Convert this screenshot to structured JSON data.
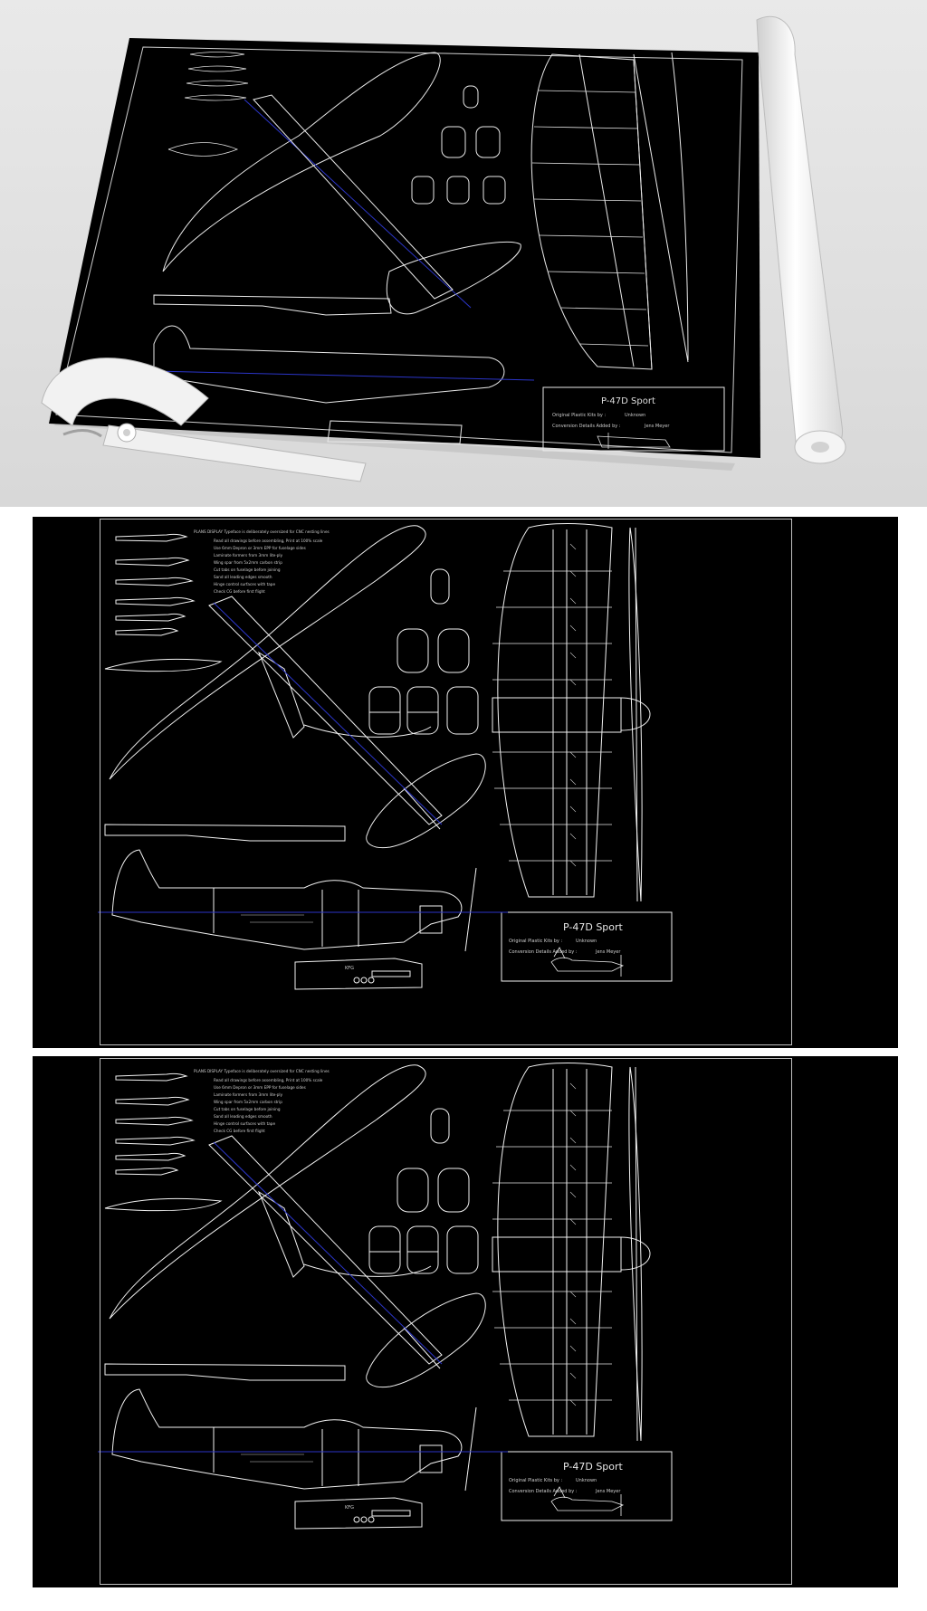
{
  "hero": {
    "title": "P-47D Sport",
    "original_line": "Original Plastic Kits by :",
    "original_value": "Unknown",
    "cad_line": "Conversion Details Added by :",
    "cad_value": "Jens Meyer"
  },
  "sheets": [
    {
      "title": "P-47D Sport",
      "original_line": "Original Plastic Kits by :",
      "original_value": "Unknown",
      "cad_line": "Conversion Details Added by :",
      "cad_value": "Jens Meyer",
      "badge": "KFG"
    },
    {
      "title": "P-47D Sport",
      "original_line": "Original Plastic Kits by :",
      "original_value": "Unknown",
      "cad_line": "Conversion Details Added by :",
      "cad_value": "Jens Meyer",
      "badge": "KFG"
    }
  ],
  "notes_header": "PLANS DISPLAY Typeface is deliberately oversized for CNC nesting lines",
  "notes": [
    "Read all drawings before assembling, Print at 100% scale",
    "Use 6mm Depron or 3mm EPP for fuselage sides",
    "Laminate formers from 3mm lite-ply",
    "Wing spar from 5x2mm carbon strip",
    "Cut tabs on fuselage before joining",
    "Sand all leading edges smooth",
    "Hinge control surfaces with tape",
    "Check CG before first flight"
  ],
  "colors": {
    "sheet_bg": "#000000",
    "line": "#f2f2f2",
    "centerline": "#2b35c9",
    "room_bg": "#dedede"
  }
}
